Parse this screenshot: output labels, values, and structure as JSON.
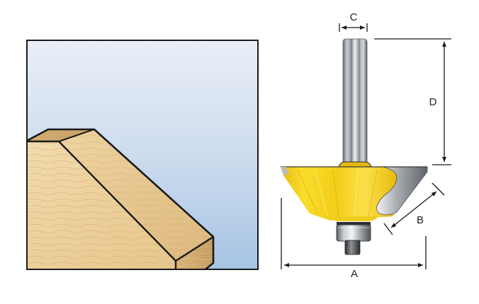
{
  "figure": {
    "subject": "chamfer router bit with bearing guide",
    "panels": {
      "left": {
        "caption": "",
        "depicts": "wood workpiece with chamfered edge"
      },
      "right": {
        "depicts": "router bit profile with dimensions"
      }
    }
  },
  "dimensions": {
    "A": {
      "label": "A",
      "meaning": "cutting diameter"
    },
    "B": {
      "label": "B",
      "meaning": "chamfer cutting length"
    },
    "C": {
      "label": "C",
      "meaning": "shank diameter"
    },
    "D": {
      "label": "D",
      "meaning": "shank length"
    }
  },
  "colors": {
    "sky_top": "#e9eef6",
    "sky_bottom": "#a8c6e5",
    "wood_light": "#f1d9a8",
    "wood_dark": "#d9b57c",
    "wood_side": "#e2c08a",
    "outline": "#1a1a1a",
    "cutter_yellow": "#f5d21e",
    "cutter_yellow_dark": "#d8a90a",
    "steel_light": "#e6e8ea",
    "steel_mid": "#a9adb2",
    "steel_dark": "#55595e"
  }
}
